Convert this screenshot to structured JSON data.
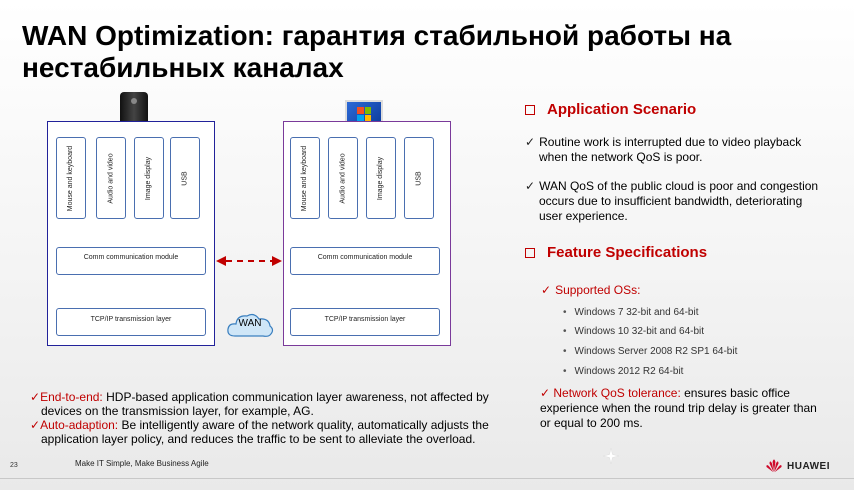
{
  "slide": {
    "title_line1": "WAN Optimization: гарантия стабильной работы на",
    "title_line2": "нестабильных каналах",
    "page_number": "23",
    "slogan": "Make IT Simple, Make Business Agile",
    "brand": "HUAWEI"
  },
  "diagram": {
    "left_client": {
      "modules": [
        "Mouse and keyboard",
        "Audio and video",
        "Image display",
        "USB"
      ],
      "comm": "Comm communication module",
      "tcp": "TCP/IP transmission layer"
    },
    "right_server": {
      "modules": [
        "Mouse and keyboard",
        "Audio and video",
        "Image display",
        "USB"
      ],
      "comm": "Comm communication module",
      "tcp": "TCP/IP transmission layer"
    },
    "wan_label": "WAN"
  },
  "application_scenario": {
    "heading": "Application Scenario",
    "items": [
      "Routine work is interrupted due to video playback when the network QoS is poor.",
      "WAN QoS of the public cloud is poor and congestion occurs due to insufficient bandwidth, deteriorating user experience."
    ]
  },
  "feature_specs": {
    "heading": "Feature Specifications",
    "os_label": "Supported OSs:",
    "os_list": [
      "Windows 7 32-bit and 64-bit",
      "Windows 10 32-bit and 64-bit",
      "Windows Server 2008 R2 SP1 64-bit",
      "Windows 2012 R2 64-bit"
    ],
    "qos_label": "Network QoS tolerance:",
    "qos_text": " ensures basic office experience when the round trip delay is greater than or equal to 200 ms."
  },
  "notes": {
    "n1_label": "End-to-end:",
    "n1_text": " HDP-based application communication layer awareness, not affected by devices on the transmission layer, for example, AG.",
    "n2_label": "Auto-adaption:",
    "n2_text": " Be intelligently aware of the network quality, automatically adjusts the application layer policy, and reduces the traffic to be sent to alleviate the overload."
  },
  "colors": {
    "accent": "#c00000",
    "left_border": "#22229a",
    "right_border": "#7a3a9a"
  }
}
